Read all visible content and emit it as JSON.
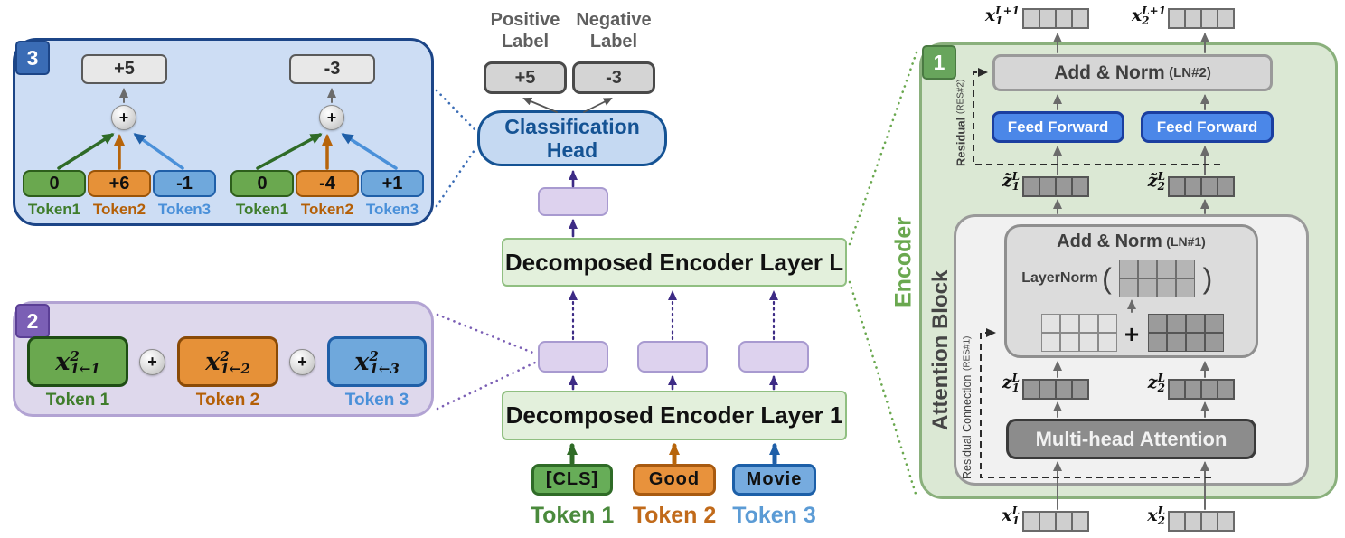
{
  "panel3": {
    "badge": "3",
    "plus": "+",
    "trees": [
      {
        "output": "+5",
        "tokens": [
          {
            "value": "0",
            "label": "Token1"
          },
          {
            "value": "+6",
            "label": "Token2"
          },
          {
            "value": "-1",
            "label": "Token3"
          }
        ]
      },
      {
        "output": "-3",
        "tokens": [
          {
            "value": "0",
            "label": "Token1"
          },
          {
            "value": "-4",
            "label": "Token2"
          },
          {
            "value": "+1",
            "label": "Token3"
          }
        ]
      }
    ]
  },
  "panel2": {
    "badge": "2",
    "plus": "+",
    "terms": [
      {
        "base": "x",
        "sup": "2",
        "sub": "1←1",
        "label": "Token 1"
      },
      {
        "base": "x",
        "sup": "2",
        "sub": "1←2",
        "label": "Token 2"
      },
      {
        "base": "x",
        "sup": "2",
        "sub": "1←3",
        "label": "Token 3"
      }
    ]
  },
  "center": {
    "positive": {
      "line1": "Positive",
      "line2": "Label",
      "value": "+5"
    },
    "negative": {
      "line1": "Negative",
      "line2": "Label",
      "value": "-3"
    },
    "head": {
      "line1": "Classification",
      "line2": "Head"
    },
    "layer_top": "Decomposed Encoder Layer L",
    "layer_bottom": "Decomposed Encoder Layer 1",
    "tokens": [
      {
        "text": "[CLS]",
        "label": "Token 1"
      },
      {
        "text": "Good",
        "label": "Token 2"
      },
      {
        "text": "Movie",
        "label": "Token 3"
      }
    ]
  },
  "panel1": {
    "badge": "1",
    "encoder_label": "Encoder",
    "attention_block_label": "Attention Block",
    "add_norm2": {
      "main": "Add & Norm",
      "tag": "(LN#2)"
    },
    "feed_forward1": "Feed Forward",
    "feed_forward2": "Feed Forward",
    "residual2": {
      "main": "Residual",
      "tag": "(RES#2)"
    },
    "add_norm1": {
      "main": "Add & Norm",
      "tag": "(LN#1)"
    },
    "layernorm_label": "LayerNorm",
    "paren_open": "(",
    "paren_close": ")",
    "plus": "+",
    "residual1": {
      "main": "Residual Connection",
      "tag": "(RES#1)"
    },
    "mha": "Multi-head Attention",
    "vectors": {
      "x1_out": {
        "base": "x",
        "sub": "1",
        "sup": "L+1"
      },
      "x2_out": {
        "base": "x",
        "sub": "2",
        "sup": "L+1"
      },
      "zt1": {
        "base": "z̃",
        "sub": "1",
        "sup": "L"
      },
      "zt2": {
        "base": "z̃",
        "sub": "2",
        "sup": "L"
      },
      "z1": {
        "base": "z",
        "sub": "1",
        "sup": "L"
      },
      "z2": {
        "base": "z",
        "sub": "2",
        "sup": "L"
      },
      "x1_in": {
        "base": "x",
        "sub": "1",
        "sup": "L"
      },
      "x2_in": {
        "base": "x",
        "sub": "2",
        "sup": "L"
      }
    }
  },
  "colors": {
    "green": "#6aa84f",
    "green_dark": "#2d5e1b",
    "green_text": "#3f7d2c",
    "orange": "#e69138",
    "orange_dark": "#9a5408",
    "orange_text": "#b45f06",
    "blue": "#6fa8dc",
    "blue_dark": "#1f5fa8",
    "blue_text": "#4a90d9",
    "panel3_fill": "#cdddf4",
    "panel3_border": "#1c4587",
    "panel2_fill": "#ded8ec",
    "panel2_border": "#b2a3d3",
    "panel1_fill": "#dbe8d4",
    "panel1_border": "#8ab07c",
    "purple_arrow": "#3d2b85",
    "ff_blue": "#4b87e8"
  }
}
